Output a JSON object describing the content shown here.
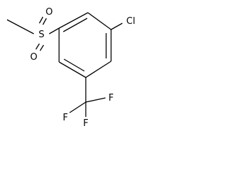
{
  "molecule": {
    "atoms": {
      "sulfur": "S",
      "oxygen_top": "O",
      "oxygen_bottom": "O",
      "chlorine": "Cl",
      "fluorine_right": "F",
      "fluorine_left": "F",
      "fluorine_bottom": "F"
    }
  }
}
